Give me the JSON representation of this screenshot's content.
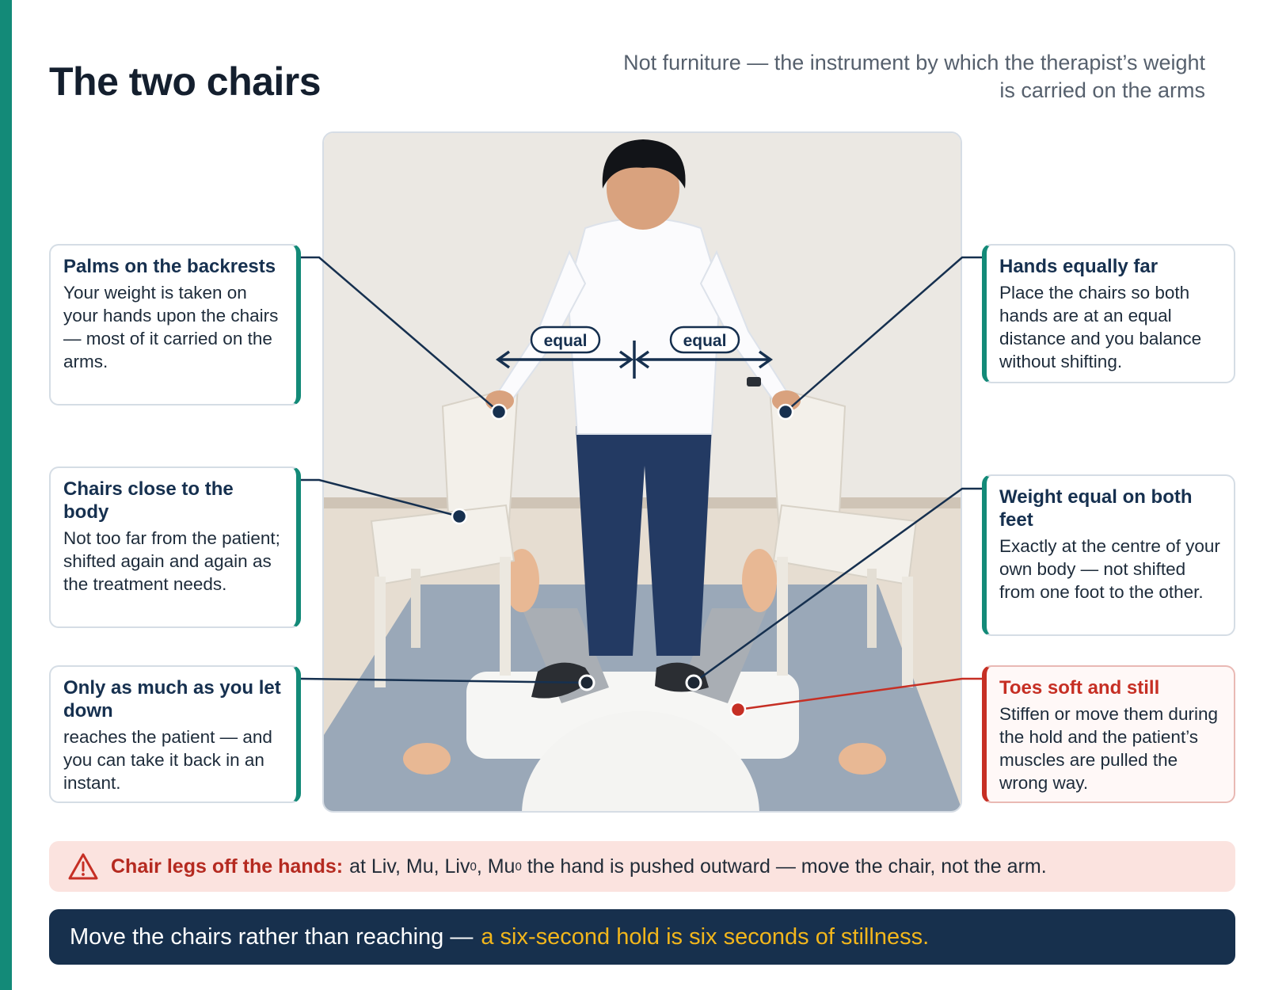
{
  "header": {
    "title": "The two chairs",
    "subtitle": "Not furniture — the instrument by which the therapist’s weight is carried on the arms"
  },
  "labels": {
    "equal_left": "equal",
    "equal_right": "equal"
  },
  "callouts": {
    "palms": {
      "title": "Palms on the backrests",
      "body": "Your weight is taken on your hands upon the chairs — most of it carried on the arms."
    },
    "close": {
      "title": "Chairs close to the body",
      "body": "Not too far from the patient; shifted again and again as the treatment needs."
    },
    "only": {
      "title": "Only as much as you let down",
      "body": "reaches the patient — and you can take it back in an instant."
    },
    "hands": {
      "title": "Hands equally far",
      "body": "Place the chairs so both hands are at an equal distance and you balance without shifting."
    },
    "weight": {
      "title": "Weight equal on both feet",
      "body": "Exactly at the centre of your own body — not shifted from one foot to the other."
    },
    "toes": {
      "title": "Toes soft and still",
      "body": "Stiffen or move them during the hold and the patient’s muscles are pulled the wrong way."
    }
  },
  "warning": {
    "lead": "Chair legs off the hands:",
    "text_a": "at Liv, Mu, Liv",
    "sup_a": "0",
    "text_b": ", Mu",
    "sup_b": "0",
    "text_c": " the hand is pushed outward — move the chair, not the arm."
  },
  "footer": {
    "text": "Move the chairs rather than reaching —",
    "highlight": "a six-second hold is six seconds of stillness."
  },
  "colors": {
    "teal": "#138a78",
    "navy": "#17304d",
    "warn_red": "#c62f24",
    "gold": "#f2b61c"
  }
}
